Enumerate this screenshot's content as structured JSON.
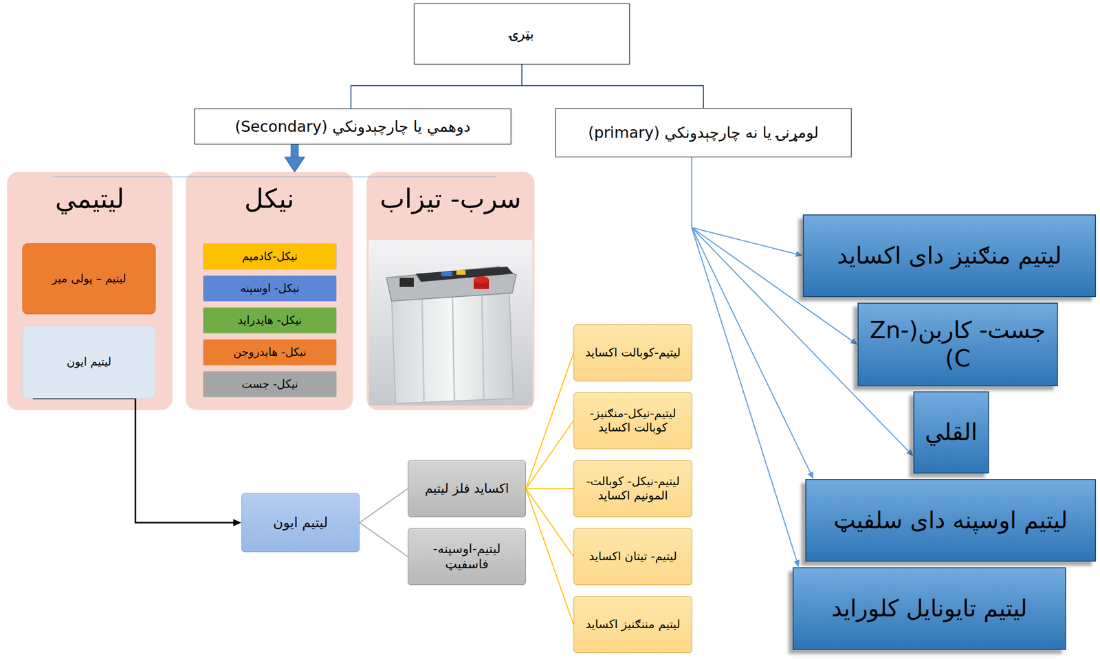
{
  "diagram": {
    "nodes": [
      {
        "text": [
          "بټرۍ"
        ]
      },
      {
        "text": [
          "دوهمي يا چارچېدونکي (Secondary)"
        ]
      },
      {
        "text": [
          "لومړنۍ يا نه چارچېدونکي (primary)"
        ]
      },
      {
        "text": [
          "سرب- تیزاب"
        ]
      },
      {
        "text": [
          "نیکل"
        ]
      },
      {
        "text": [
          "نیکل-کادمیم"
        ],
        "in": 4
      },
      {
        "text": [
          "نیکل- اوسپنه"
        ],
        "in": 4
      },
      {
        "text": [
          "نیکل- هایدراید"
        ],
        "in": 4
      },
      {
        "text": [
          "نیکل- هایدروجن"
        ],
        "in": 4
      },
      {
        "text": [
          "نیکل- جست"
        ],
        "in": 4
      },
      {
        "text": [
          "لیتیمي"
        ]
      },
      {
        "text": [
          "لیتیم – پولی میر"
        ],
        "in": 10
      },
      {
        "text": [
          "لیتیم ایون"
        ],
        "in": 10
      },
      {
        "text": [
          "لیتیم ایون"
        ]
      },
      {
        "text": [
          "اکساید فلز لیتیم"
        ]
      },
      {
        "text": [
          "لیتیم-اوسپنه- فاسفیټ"
        ]
      },
      {
        "text": [
          "لیتیم-کوبالت اکساید"
        ]
      },
      {
        "text": [
          "لیتیم-نیکل-منګنیز- کوبالت اکساید"
        ]
      },
      {
        "text": [
          "لیتیم-نیکل- کوبالت- المونیم اکساید"
        ]
      },
      {
        "text": [
          "لیتیم- تیتان اکساید"
        ]
      },
      {
        "text": [
          "لیتیم مننګنیز اکساید"
        ]
      },
      {
        "text": [
          "لیتیم منګنیز دای اکساید"
        ]
      },
      {
        "text": [
          "جست- کاربن(Zn-C)"
        ]
      },
      {
        "text": [
          "القلي"
        ]
      },
      {
        "text": [
          "لیتیم اوسپنه دای سلفیټ"
        ]
      },
      {
        "text": [
          "لیتیم تایونایل کلوراید"
        ]
      }
    ],
    "edges": [
      {
        "from": 0,
        "to": 1,
        "arrow": "none"
      },
      {
        "from": 0,
        "to": 2,
        "arrow": "none"
      },
      {
        "from": 1,
        "to": 4,
        "arrow": "to"
      },
      {
        "from": 12,
        "to": 13,
        "arrow": "to"
      },
      {
        "from": 13,
        "to": 14,
        "arrow": "none"
      },
      {
        "from": 13,
        "to": 15,
        "arrow": "none"
      },
      {
        "from": 14,
        "to": 16,
        "arrow": "none"
      },
      {
        "from": 14,
        "to": 17,
        "arrow": "none"
      },
      {
        "from": 14,
        "to": 18,
        "arrow": "none"
      },
      {
        "from": 14,
        "to": 19,
        "arrow": "none"
      },
      {
        "from": 14,
        "to": 20,
        "arrow": "none"
      },
      {
        "from": 2,
        "to": 21,
        "arrow": "to"
      },
      {
        "from": 2,
        "to": 22,
        "arrow": "to"
      },
      {
        "from": 2,
        "to": 23,
        "arrow": "to"
      },
      {
        "from": 2,
        "to": 24,
        "arrow": "to"
      },
      {
        "from": 2,
        "to": 25,
        "arrow": "to"
      }
    ]
  }
}
